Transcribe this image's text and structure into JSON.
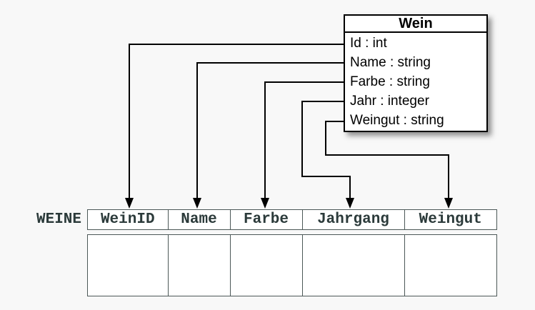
{
  "class_box": {
    "title": "Wein",
    "attributes": [
      "Id : int",
      "Name : string",
      "Farbe : string",
      "Jahr : integer",
      "Weingut : string"
    ]
  },
  "table": {
    "label": "WEINE",
    "columns": [
      "WeinID",
      "Name",
      "Farbe",
      "Jahrgang",
      "Weingut"
    ],
    "body_rows": 1,
    "body_cells_empty": true
  },
  "mappings": [
    {
      "from": "Id",
      "to": "WeinID"
    },
    {
      "from": "Name",
      "to": "Name"
    },
    {
      "from": "Farbe",
      "to": "Farbe"
    },
    {
      "from": "Jahr",
      "to": "Jahrgang"
    },
    {
      "from": "Weingut",
      "to": "Weingut"
    }
  ],
  "colors": {
    "background": "#f8f8f8",
    "class_box_bg": "#ffffff",
    "class_box_border": "#000000",
    "connector": "#000000",
    "table_border": "#4c5857",
    "table_text": "#2b3a3a"
  }
}
